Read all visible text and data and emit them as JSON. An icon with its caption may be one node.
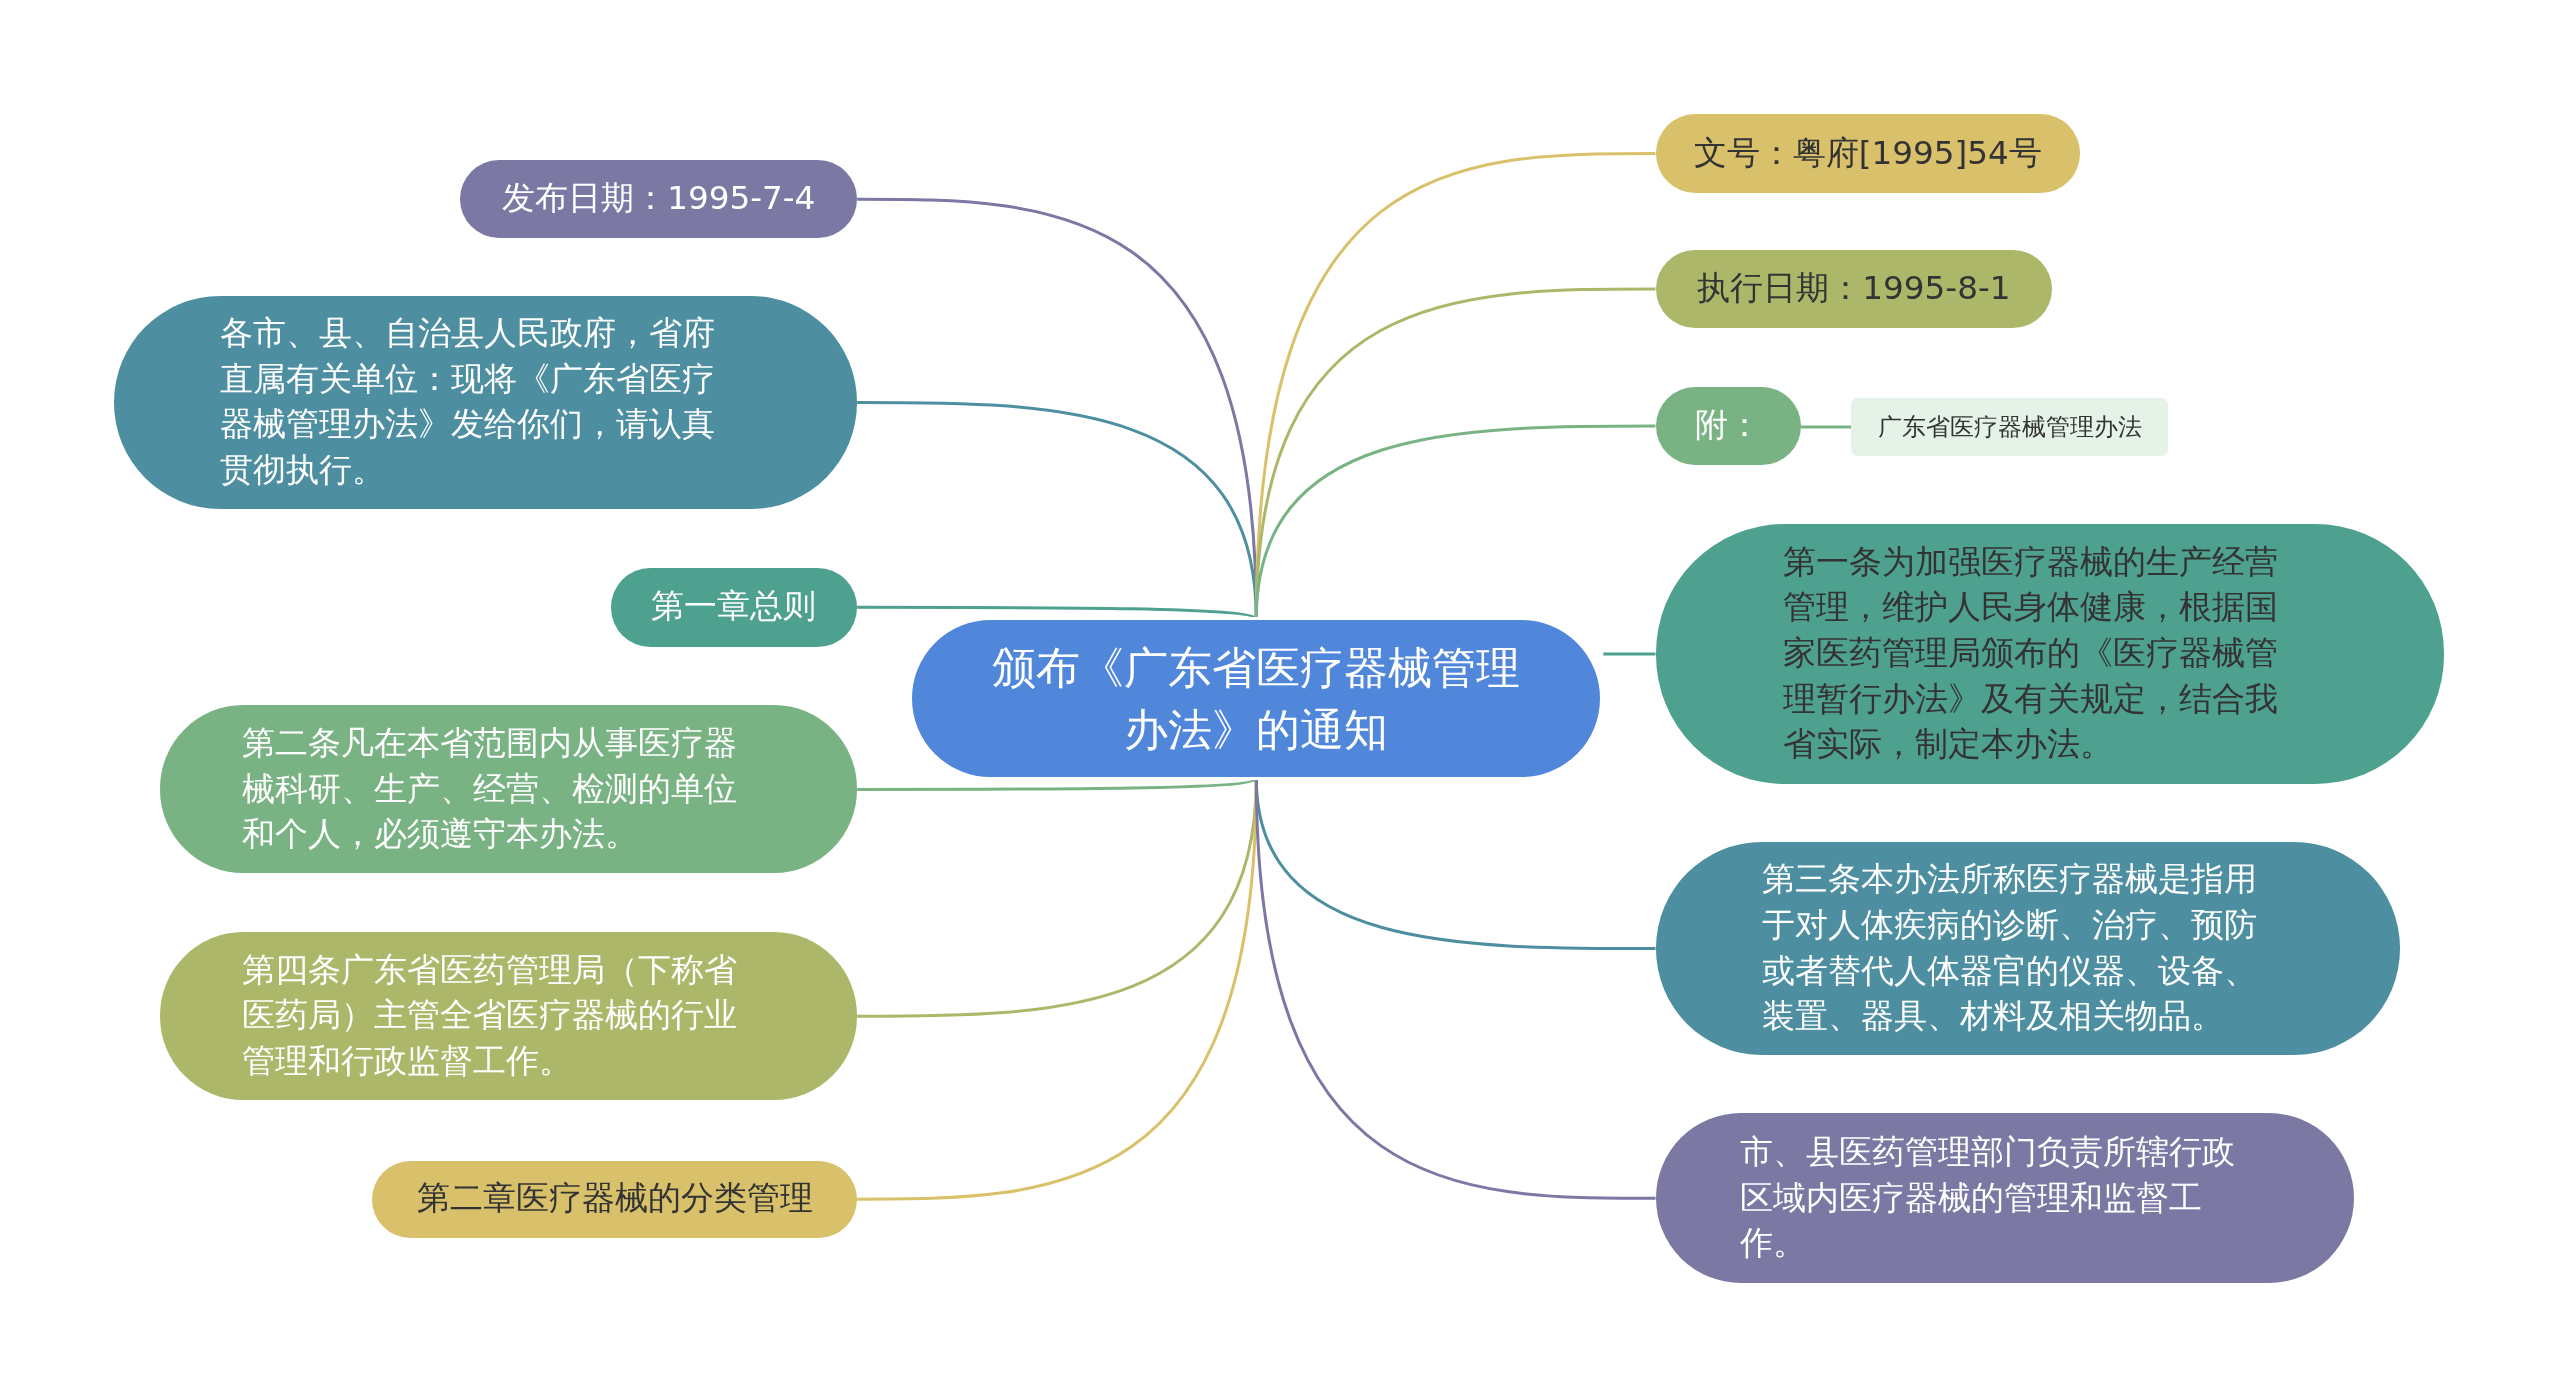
{
  "diagram": {
    "nodes": [
      {
        "text": [
          "颁布《广东省医疗器械管理办法》的通知"
        ]
      },
      {
        "text": [
          "发布日期：1995-7-4"
        ]
      },
      {
        "text": [
          "各市、县、自治县人民政府，省府直属有关单位：现将《广东省医疗器械管理办法》发给你们，请认真贯彻执行。"
        ]
      },
      {
        "text": [
          "第一章总则"
        ]
      },
      {
        "text": [
          "第二条凡在本省范围内从事医疗器械科研、生产、经营、检测的单位和个人，必须遵守本办法。"
        ]
      },
      {
        "text": [
          "第四条广东省医药管理局（下称省医药局）主管全省医疗器械的行业管理和行政监督工作。"
        ]
      },
      {
        "text": [
          "第二章医疗器械的分类管理"
        ]
      },
      {
        "text": [
          "文号：粤府[1995]54号"
        ]
      },
      {
        "text": [
          "执行日期：1995-8-1"
        ]
      },
      {
        "text": [
          "附："
        ]
      },
      {
        "text": [
          "广东省医疗器械管理办法"
        ]
      },
      {
        "text": [
          "第一条为加强医疗器械的生产经营管理，维护人民身体健康，根据国家医药管理局颁布的《医疗器械管理暂行办法》及有关规定，结合我省实际，制定本办法。"
        ]
      },
      {
        "text": [
          "第三条本办法所称医疗器械是指用于对人体疾病的诊断、治疗、预防或者替代人体器官的仪器、设备、装置、器具、材料及相关物品。"
        ]
      },
      {
        "text": [
          "市、县医药管理部门负责所辖行政区域内医疗器械的管理和监督工作。"
        ]
      }
    ],
    "edges": [
      {
        "from": 0,
        "to": 1,
        "arrow": "none",
        "color": "#7b78a3"
      },
      {
        "from": 0,
        "to": 2,
        "arrow": "none",
        "color": "#4d8fa0"
      },
      {
        "from": 0,
        "to": 3,
        "arrow": "none",
        "color": "#4ea08f"
      },
      {
        "from": 0,
        "to": 4,
        "arrow": "none",
        "color": "#79b384"
      },
      {
        "from": 0,
        "to": 5,
        "arrow": "none",
        "color": "#adb76a"
      },
      {
        "from": 0,
        "to": 6,
        "arrow": "none",
        "color": "#d9c06a"
      },
      {
        "from": 0,
        "to": 7,
        "arrow": "none",
        "color": "#d9c06a"
      },
      {
        "from": 0,
        "to": 8,
        "arrow": "none",
        "color": "#adb76a"
      },
      {
        "from": 0,
        "to": 9,
        "arrow": "none",
        "color": "#79b384"
      },
      {
        "from": 9,
        "to": 10,
        "arrow": "none",
        "color": "#79b384"
      },
      {
        "from": 0,
        "to": 11,
        "arrow": "none",
        "color": "#4ea08f"
      },
      {
        "from": 0,
        "to": 12,
        "arrow": "none",
        "color": "#4d8fa0"
      },
      {
        "from": 0,
        "to": 13,
        "arrow": "none",
        "color": "#7b78a3"
      }
    ]
  }
}
